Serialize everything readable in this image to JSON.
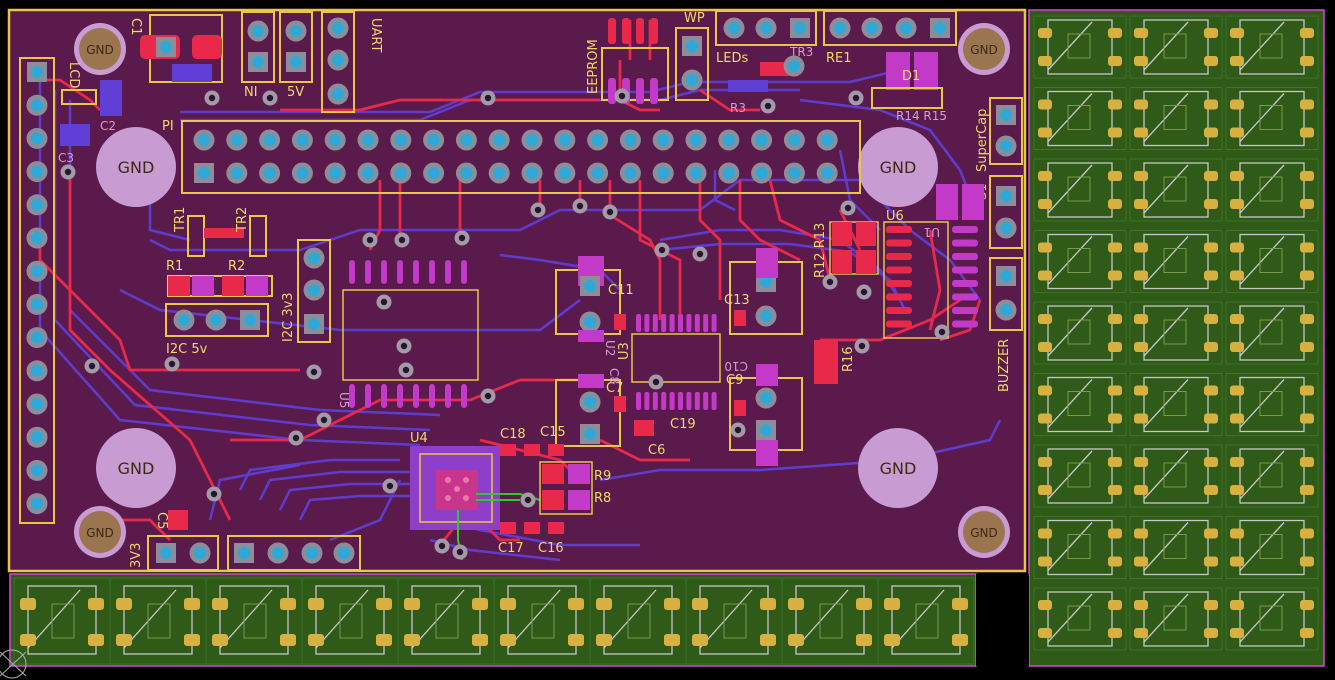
{
  "colors": {
    "background": "#000000",
    "board_fill": "#5a1b4c",
    "board_outline": "#e8c64a",
    "top_copper": "#e8294a",
    "bottom_copper": "#5f3fd6",
    "pad_copper": "#8d8d9a",
    "through_hole": "#2ea8d6",
    "silkscreen": "#f2d86a",
    "panel_fill": "#2f5a18",
    "panel_outline": "#e040e0",
    "gnd_pad": "#c89bd2"
  },
  "gnd_label": "GND",
  "labels": {
    "c1": "C1",
    "ni": "NI",
    "v5": "5V",
    "uart": "UART",
    "eeprom": "EEPROM",
    "wp": "WP",
    "leds": "LEDs",
    "tr3": "TR3",
    "r3": "R3",
    "re1": "RE1",
    "d1": "D1",
    "r14r15": "R14 R15",
    "supercap": "SuperCap",
    "s1": "S1",
    "lcd": "LCD",
    "c2": "C2",
    "c3": "C3",
    "pi": "PI",
    "tr1": "TR1",
    "tr2": "TR2",
    "r1": "R1",
    "r2": "R2",
    "i2c_3v3": "I2C 3v3",
    "i2c_5v": "I2C 5v",
    "u5": "U5",
    "c11": "C11",
    "c13": "C13",
    "c7": "C7",
    "c8": "C8",
    "u2": "U2",
    "u3": "U3",
    "c9": "C9",
    "c10": "C10",
    "c19": "C19",
    "c6": "C6",
    "r12_r13": "R12 R13",
    "u6": "U6",
    "u1": "U1",
    "r16": "R16",
    "buzzer": "BUZZER",
    "u4": "U4",
    "c18": "C18",
    "c15": "C15",
    "r9": "R9",
    "r8": "R8",
    "c17": "C17",
    "c16": "C16",
    "c5": "C5",
    "v3v3": "3V3"
  }
}
